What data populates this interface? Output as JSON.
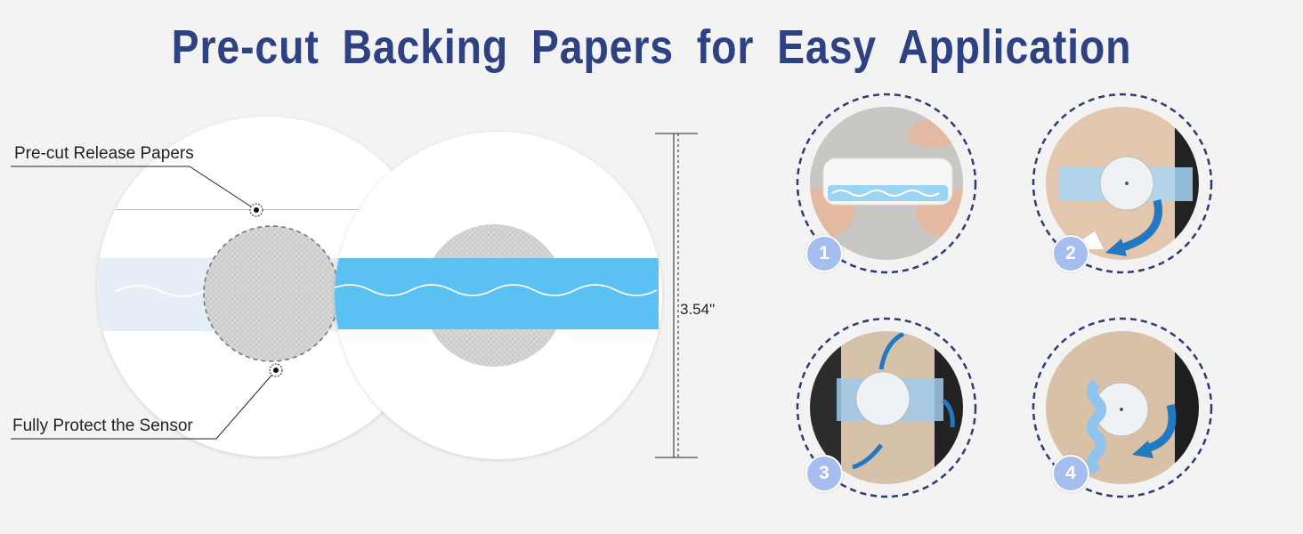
{
  "title": "Pre-cut Backing Papers for Easy Application",
  "labels": {
    "release_papers": "Pre-cut Release Papers",
    "protect_sensor": "Fully Protect the Sensor",
    "dimension": "3.54\""
  },
  "steps": [
    {
      "number": "1"
    },
    {
      "number": "2"
    },
    {
      "number": "3"
    },
    {
      "number": "4"
    }
  ],
  "colors": {
    "title": "#2e4283",
    "strip_blue": "#5bc0f2",
    "step_badge": "#a6bdf0",
    "dashed_ring": "#2e3c73"
  },
  "icons": {
    "callout_dot": "target-dot-icon",
    "arrow": "curved-arrow-icon"
  }
}
